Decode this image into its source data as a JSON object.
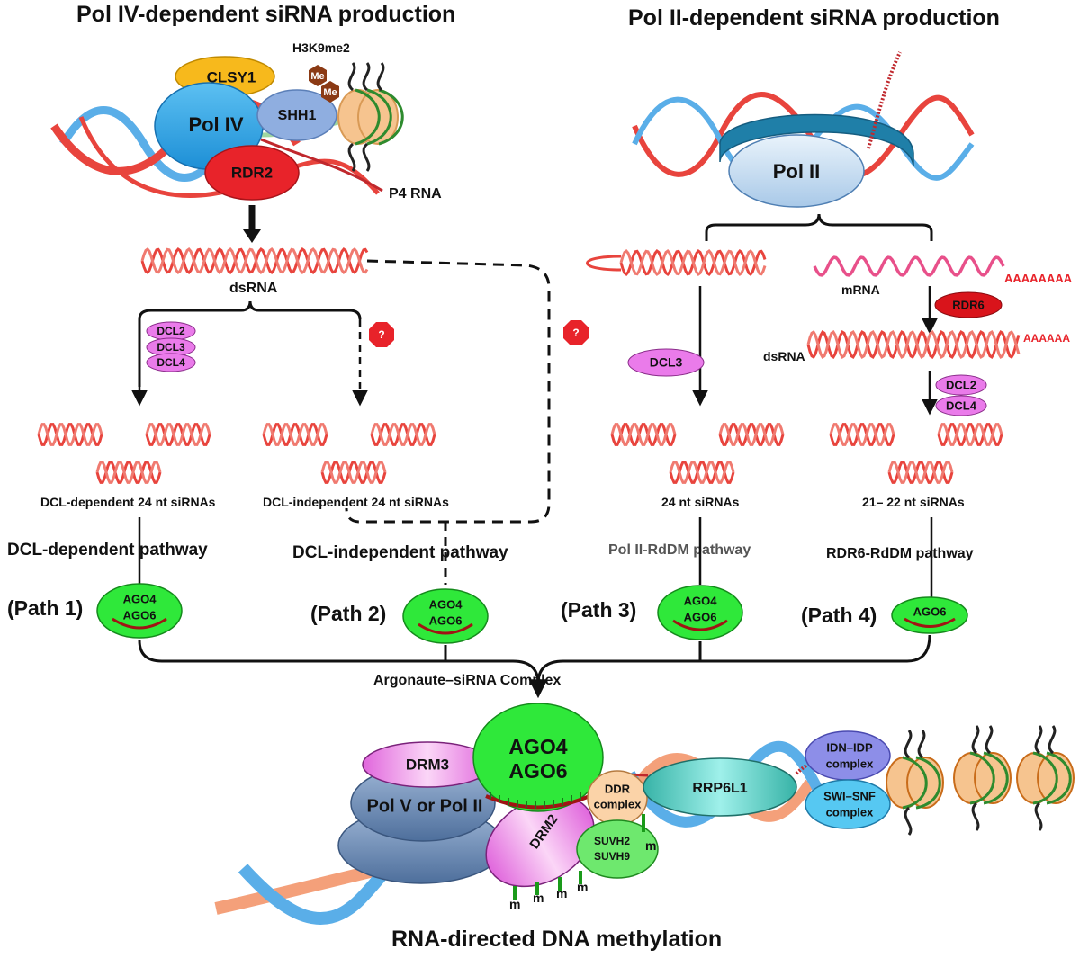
{
  "titles": {
    "left": "Pol IV-dependent siRNA production",
    "right": "Pol II-dependent siRNA production",
    "bottom": "RNA-directed DNA methylation"
  },
  "top_left": {
    "h3k9": "H3K9me2",
    "clsy1": "CLSY1",
    "me": "Me",
    "pol4": "Pol IV",
    "shh1": "SHH1",
    "rdr2": "RDR2",
    "p4rna": "P4  RNA"
  },
  "top_right": {
    "pol2": "Pol II",
    "mrna": "mRNA",
    "polya": "AAAAAAAA",
    "polya2": "AAAAAA",
    "rdr6": "RDR6",
    "dsrna": "dsRNA"
  },
  "middle": {
    "dsrna": "dsRNA",
    "dcl2": "DCL2",
    "dcl3": "DCL3",
    "dcl4": "DCL4",
    "unknown": "?",
    "sirna_1": "DCL-dependent 24 nt siRNAs",
    "sirna_2": "DCL-independent 24 nt siRNAs",
    "sirna_3": "24 nt siRNAs",
    "sirna_4": "21– 22 nt siRNAs"
  },
  "pathways": {
    "p1_name": "DCL-dependent   pathway",
    "p2_name": "DCL-independent  pathway",
    "p3_name": "Pol II-RdDM  pathway",
    "p4_name": "RDR6-RdDM  pathway",
    "p1": "(Path 1)",
    "p2": "(Path 2)",
    "p3": "(Path 3)",
    "p4": "(Path 4)",
    "ago4": "AGO4",
    "ago6": "AGO6",
    "complex": "Argonaute–siRNA  Complex"
  },
  "bottom": {
    "drm3": "DRM3",
    "polv": "Pol V or Pol II",
    "ago4": "AGO4",
    "ago6": "AGO6",
    "ddr1": "DDR",
    "ddr2": "complex",
    "drm2": "DRM2",
    "suvh2": "SUVH2",
    "suvh9": "SUVH9",
    "rrp6l1": "RRP6L1",
    "idn1": "IDN–IDP",
    "idn2": "complex",
    "swi1": "SWI–SNF",
    "swi2": "complex",
    "m": "m"
  }
}
